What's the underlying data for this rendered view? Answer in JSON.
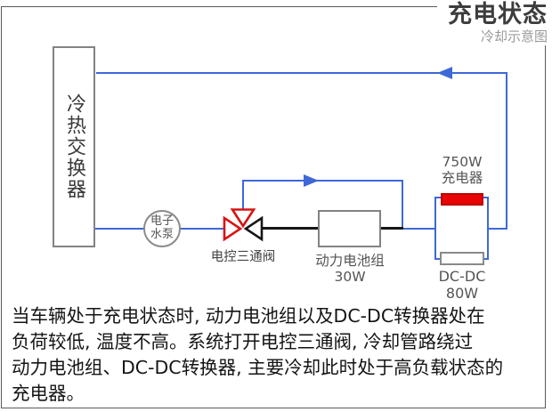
{
  "header": {
    "title": "充电状态",
    "subtitle": "冷却示意图"
  },
  "diagram": {
    "exchanger_label": "冷热交换器",
    "pump": {
      "line1": "电子",
      "line2": "水泵"
    },
    "valve_label": "电控三通阀",
    "battery": {
      "name": "动力电池组",
      "power": "30W"
    },
    "charger": {
      "power": "750W",
      "name": "充电器"
    },
    "dcdc": {
      "name": "DC-DC",
      "power": "80W"
    },
    "colors": {
      "pipe_blue": "#3e68d8",
      "charger_red": "#e80404",
      "line_black": "#161616",
      "box_border_gray": "#828282"
    }
  },
  "caption": {
    "lines": [
      "当车辆处于充电状态时, 动力电池组以及DC-DC转换器处在",
      "负荷较低, 温度不高。系统打开电控三通阀, 冷却管路绕过",
      "动力电池组、DC-DC转换器, 主要冷却此时处于高负载状态的",
      "充电器。"
    ]
  }
}
